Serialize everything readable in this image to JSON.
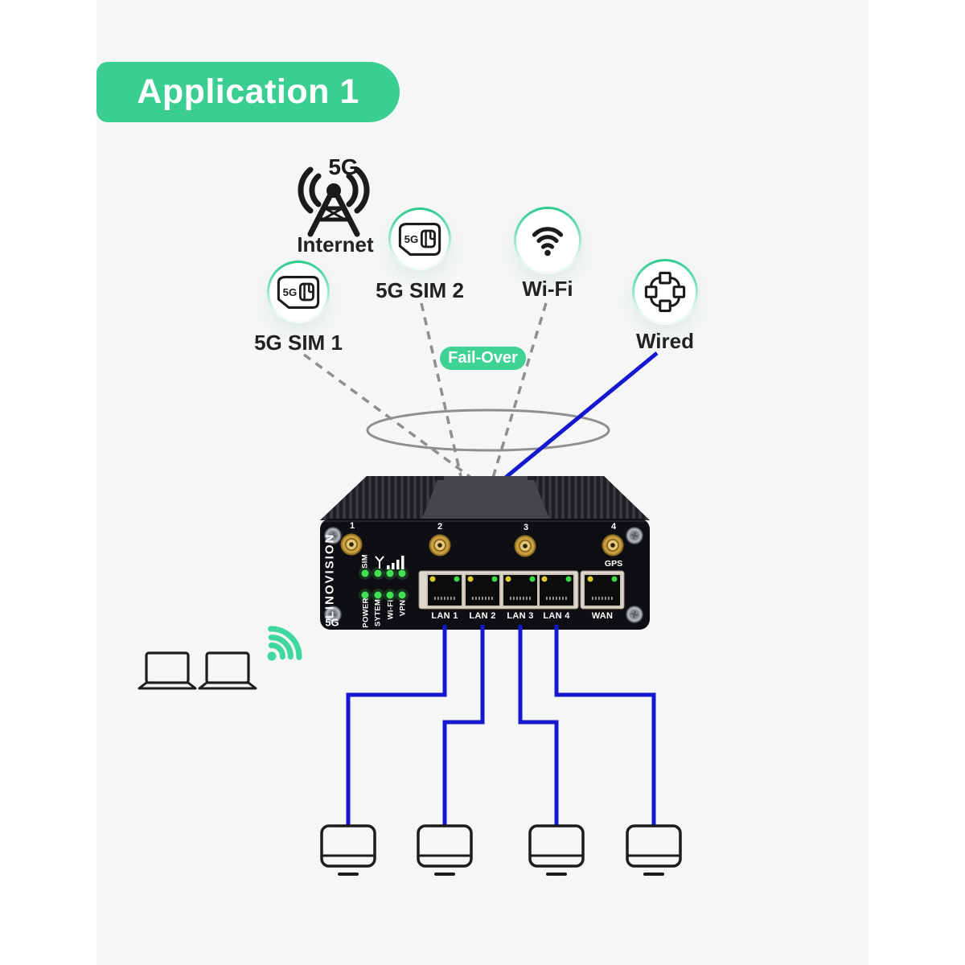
{
  "banner": {
    "label": "Application 1"
  },
  "failover": {
    "label": "Fail-Over"
  },
  "nodes": {
    "internet": {
      "label": "Internet",
      "badge": "5G"
    },
    "sim1": {
      "label": "5G SIM 1",
      "card_text": "5G"
    },
    "sim2": {
      "label": "5G SIM 2",
      "card_text": "5G"
    },
    "wifi": {
      "label": "Wi-Fi"
    },
    "wired": {
      "label": "Wired"
    }
  },
  "router": {
    "brand": "LINOVISION",
    "logo": "5G",
    "antennas": [
      "1",
      "2",
      "3",
      "4"
    ],
    "gps": "GPS",
    "led_top": "SIM",
    "led_bottom": [
      "POWER",
      "SYTEM",
      "Wi-Fi",
      "VPN"
    ],
    "ports": [
      "LAN 1",
      "LAN 2",
      "LAN 3",
      "LAN 4",
      "WAN"
    ]
  },
  "colors": {
    "page_bg": "#ffffff",
    "canvas_bg": "#f5f6f6",
    "accent_green": "#3bce92",
    "beacon_green": "#3ed79d",
    "wire_blue": "#1518cf",
    "dash_gray": "#8f8f8f",
    "icon_black": "#1b1b1b",
    "led_green": "#44e053",
    "led_yellow": "#ddca2e",
    "port_beige": "#ded9cc"
  }
}
